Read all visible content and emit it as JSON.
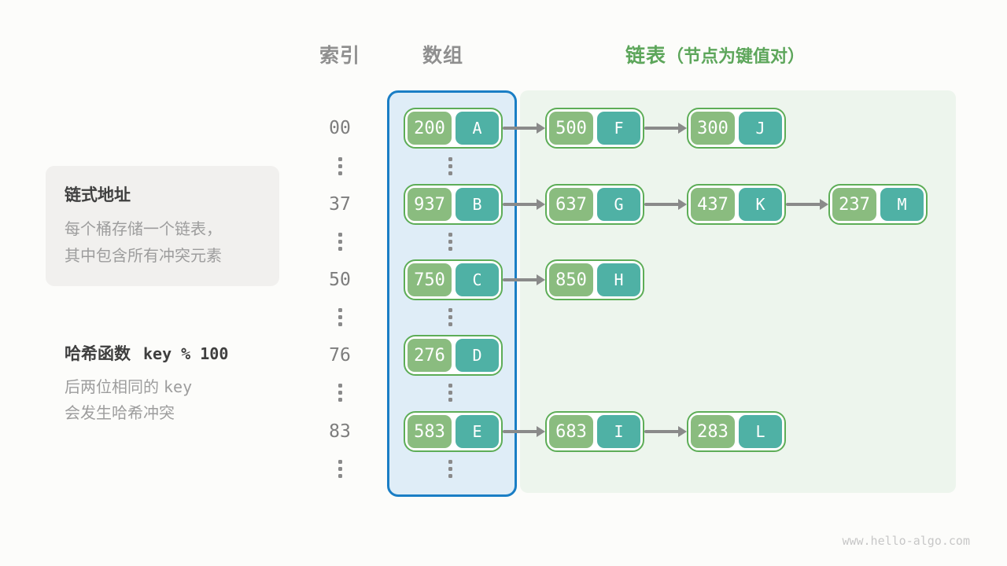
{
  "headers": {
    "index": "索引",
    "array": "数组",
    "list": "链表",
    "list_note": "（节点为键值对）"
  },
  "info_box": {
    "title": "链式地址",
    "lines": [
      "每个桶存储一个链表，",
      "其中包含所有冲突元素"
    ]
  },
  "hash_note": {
    "title_text": "哈希函数",
    "title_code": "key % 100",
    "line1_text": "后两位相同的",
    "line1_code": "key",
    "line2": "会发生哈希冲突"
  },
  "rows": [
    {
      "index": "00",
      "nodes": [
        {
          "key": "200",
          "value": "A"
        },
        {
          "key": "500",
          "value": "F"
        },
        {
          "key": "300",
          "value": "J"
        }
      ]
    },
    {
      "index": "37",
      "nodes": [
        {
          "key": "937",
          "value": "B"
        },
        {
          "key": "637",
          "value": "G"
        },
        {
          "key": "437",
          "value": "K"
        },
        {
          "key": "237",
          "value": "M"
        }
      ]
    },
    {
      "index": "50",
      "nodes": [
        {
          "key": "750",
          "value": "C"
        },
        {
          "key": "850",
          "value": "H"
        }
      ]
    },
    {
      "index": "76",
      "nodes": [
        {
          "key": "276",
          "value": "D"
        }
      ]
    },
    {
      "index": "83",
      "nodes": [
        {
          "key": "583",
          "value": "E"
        },
        {
          "key": "683",
          "value": "I"
        },
        {
          "key": "283",
          "value": "L"
        }
      ]
    }
  ],
  "watermark": "www.hello-algo.com",
  "colors": {
    "key_cell_green": "#8abc7f",
    "value_cell_teal": "#4fb1a5",
    "node_border_green": "#5dad57",
    "array_fill_blue": "#dfedf7",
    "array_border_blue": "#1a7ec5",
    "list_fill_green": "#edf5ed",
    "arrow_gray": "#8a8a8a",
    "header_green": "#5da65b",
    "header_gray": "#8f8f8f"
  }
}
